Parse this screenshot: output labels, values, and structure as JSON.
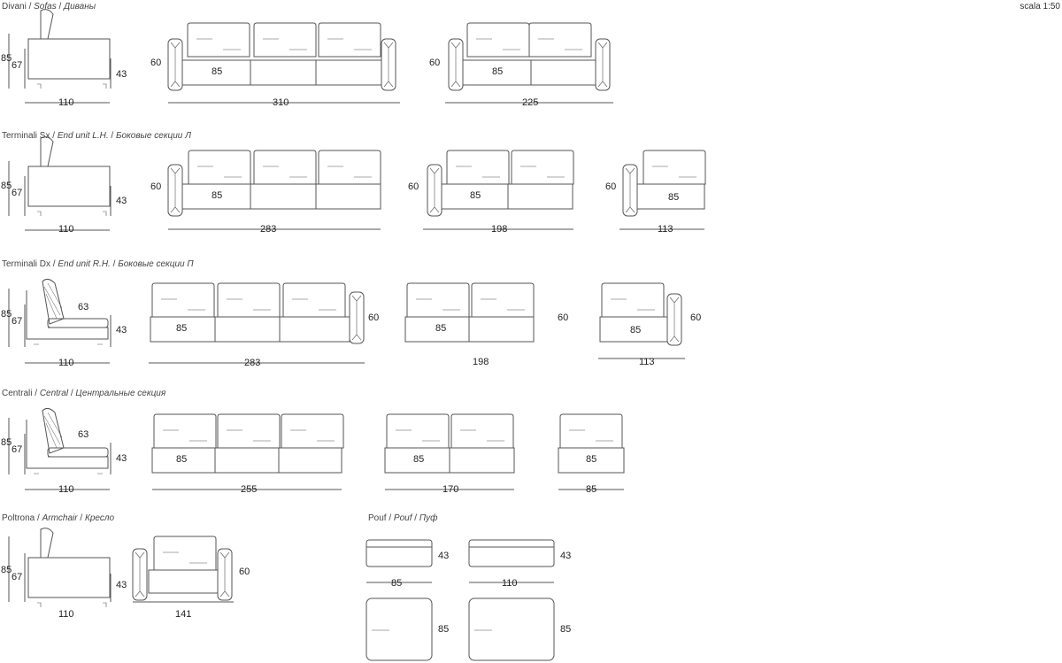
{
  "header": {
    "scale": "scala 1:50"
  },
  "sections": {
    "sofas": {
      "it": "Divani",
      "en": "Sofas",
      "ru": "Диваны"
    },
    "end_lh": {
      "it": "Terminali Sx",
      "en": "End unit L.H.",
      "ru": "Боковые секции Л"
    },
    "end_rh": {
      "it": "Terminali Dx",
      "en": "End unit R.H.",
      "ru": "Боковые секции П"
    },
    "central": {
      "it": "Centrali",
      "en": "Central",
      "ru": "Центральные секция"
    },
    "armchair": {
      "it": "Poltrona",
      "en": "Armchair",
      "ru": "Кресло"
    },
    "pouf": {
      "it": "Pouf",
      "en": "Pouf",
      "ru": "Пуф"
    }
  },
  "sep": " / ",
  "dims": {
    "h85": "85",
    "h67": "67",
    "h43": "43",
    "h60": "60",
    "h63": "63",
    "d110": "110",
    "d85": "85",
    "w310": "310",
    "w225": "225",
    "w283": "283",
    "w198": "198",
    "w113": "113",
    "w255": "255",
    "w170": "170",
    "w141": "141"
  }
}
